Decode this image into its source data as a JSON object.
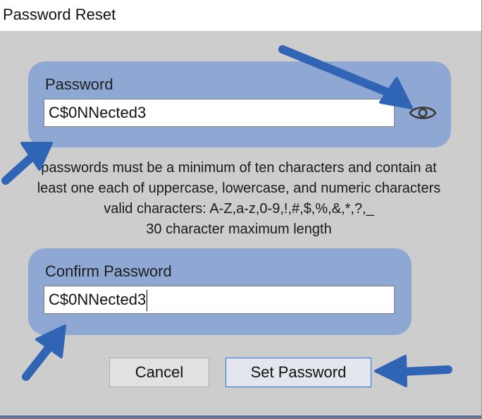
{
  "window": {
    "title": "Password Reset"
  },
  "password": {
    "label": "Password",
    "value": "C$0NNected3",
    "reveal_icon": "eye-icon"
  },
  "instructions": {
    "line1": "passwords must be a minimum of ten characters and contain at",
    "line2": "least one each of uppercase, lowercase, and numeric characters",
    "line3": "valid characters: A-Z,a-z,0-9,!,#,$,%,&,*,?,_",
    "line4": "30 character maximum length"
  },
  "confirm": {
    "label": "Confirm Password",
    "value": "C$0NNected3"
  },
  "buttons": {
    "cancel_label": "Cancel",
    "set_password_label": "Set Password"
  },
  "colors": {
    "panel": "#8fa7d3",
    "annotation_arrow": "#2f65b4",
    "focus_border": "#2f6fd0"
  }
}
